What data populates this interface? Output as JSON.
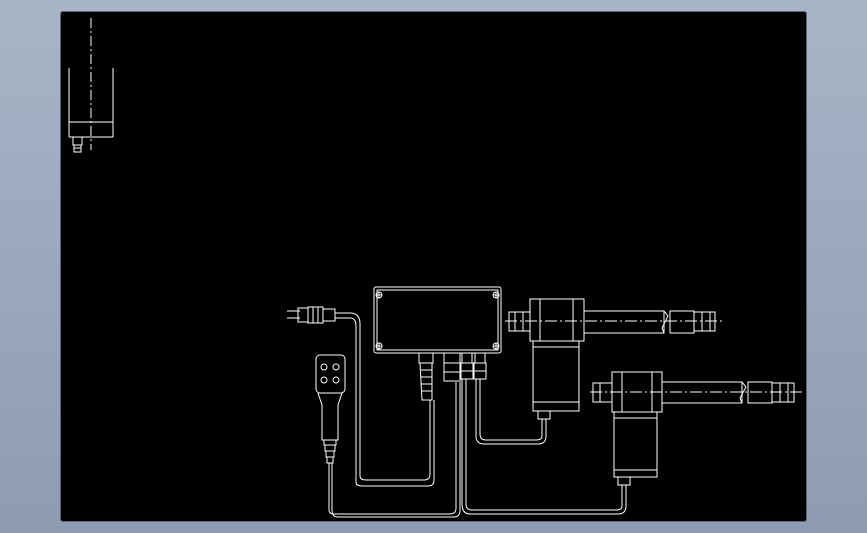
{
  "window": {
    "background_color": "#9aa6bb",
    "viewport_color": "#000000",
    "line_color": "#ffffff"
  },
  "drawing": {
    "components": [
      "detail-view",
      "power-plug",
      "hand-controller",
      "control-box",
      "actuator-1",
      "actuator-2",
      "cable-runs"
    ]
  }
}
